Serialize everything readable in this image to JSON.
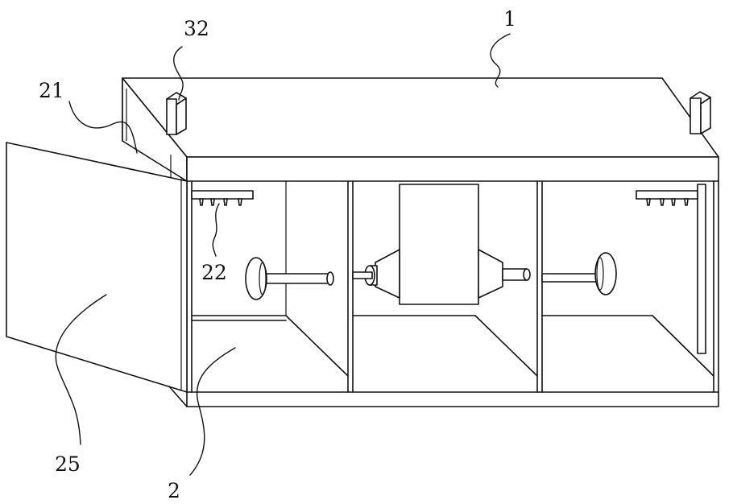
{
  "figure": {
    "labels": {
      "top_panel": "1",
      "cabinet": "2",
      "side_panel": "21",
      "spray_nozzles": "22",
      "door": "25",
      "sensor": "32"
    }
  }
}
